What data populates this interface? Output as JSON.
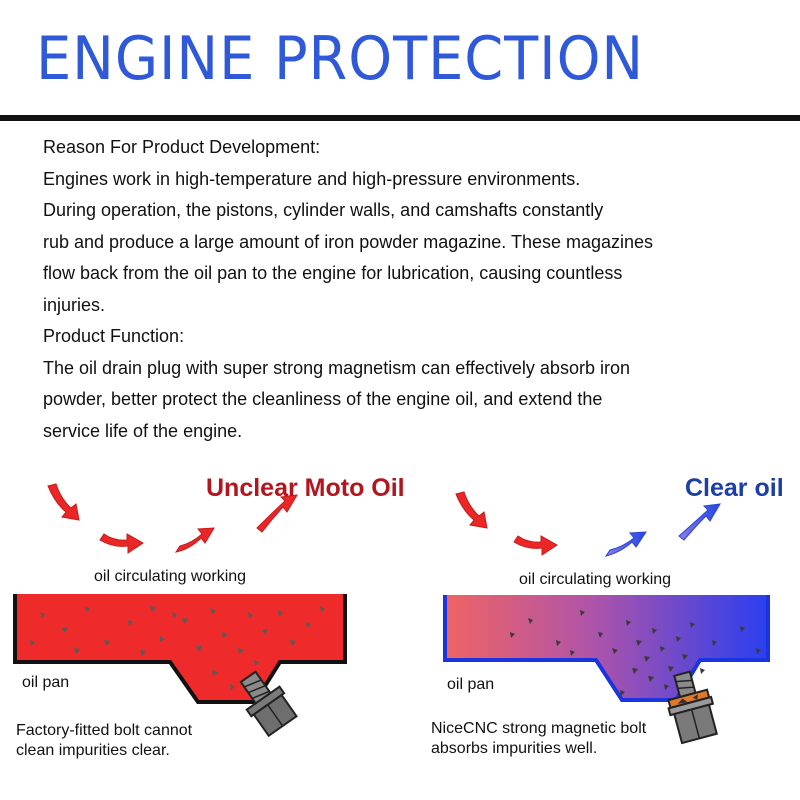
{
  "header": {
    "title": "ENGINE PROTECTION"
  },
  "body_text": {
    "lines": [
      "Reason For Product Development:",
      "Engines work in high-temperature and high-pressure environments.",
      "During operation, the pistons, cylinder walls, and camshafts constantly",
      "rub and produce a large amount of iron powder magazine. These magazines",
      "flow back from the oil pan to the engine for lubrication, causing countless",
      "injuries.",
      "Product Function:",
      "The oil drain plug with super strong magnetism can effectively absorb iron",
      "powder, better protect the cleanliness of the engine oil, and extend the",
      "service life of the engine."
    ]
  },
  "left_diagram": {
    "heading": "Unclear Moto Oil",
    "flow_label": "oil circulating working",
    "pan_label": "oil pan",
    "caption_line1": "Factory-fitted bolt cannot",
    "caption_line2": "clean impurities clear.",
    "color": "#ee2a2a"
  },
  "right_diagram": {
    "heading": "Clear oil",
    "flow_label": "oil circulating working",
    "pan_label": "oil pan",
    "caption_line1": "NiceCNC strong magnetic bolt",
    "caption_line2": "absorbs impurities well.",
    "color_start": "#f06464",
    "color_end": "#2a3ff0"
  }
}
